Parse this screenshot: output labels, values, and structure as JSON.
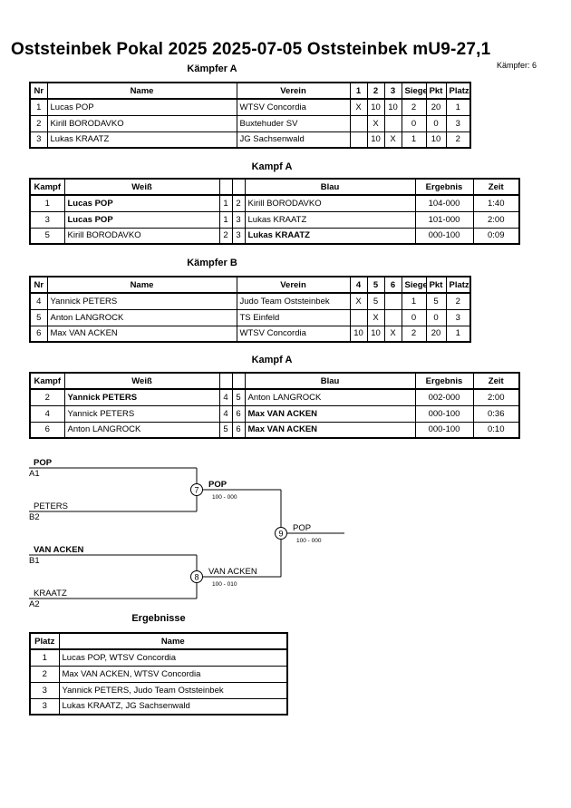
{
  "header": {
    "title": "Oststeinbek Pokal 2025  2025-07-05  Oststeinbek   mU9-27,1",
    "fighter_count": "Kämpfer: 6"
  },
  "pool_a": {
    "title": "Kämpfer A",
    "headers": [
      "Nr",
      "Name",
      "Verein",
      "1",
      "2",
      "3",
      "Siege",
      "Pkt",
      "Platz"
    ],
    "rows": [
      [
        "1",
        "Lucas POP",
        "WTSV Concordia",
        "X",
        "10",
        "10",
        "2",
        "20",
        "1"
      ],
      [
        "2",
        "Kirill BORODAVKO",
        "Buxtehuder SV",
        "",
        "X",
        "",
        "0",
        "0",
        "3"
      ],
      [
        "3",
        "Lukas KRAATZ",
        "JG Sachsenwald",
        "",
        "10",
        "X",
        "1",
        "10",
        "2"
      ]
    ]
  },
  "fights_a": {
    "title": "Kampf A",
    "headers": [
      "Kampf",
      "Weiß",
      "",
      "",
      "Blau",
      "Ergebnis",
      "Zeit"
    ],
    "rows": [
      [
        "1",
        "Lucas POP",
        "1",
        "2",
        "Kirill BORODAVKO",
        "104-000",
        "1:40"
      ],
      [
        "3",
        "Lucas POP",
        "1",
        "3",
        "Lukas KRAATZ",
        "101-000",
        "2:00"
      ],
      [
        "5",
        "Kirill BORODAVKO",
        "2",
        "3",
        "Lukas KRAATZ",
        "000-100",
        "0:09"
      ]
    ]
  },
  "pool_b": {
    "title": "Kämpfer B",
    "headers": [
      "Nr",
      "Name",
      "Verein",
      "4",
      "5",
      "6",
      "Siege",
      "Pkt",
      "Platz"
    ],
    "rows": [
      [
        "4",
        "Yannick PETERS",
        "Judo Team Oststeinbek",
        "X",
        "5",
        "",
        "1",
        "5",
        "2"
      ],
      [
        "5",
        "Anton LANGROCK",
        "TS Einfeld",
        "",
        "X",
        "",
        "0",
        "0",
        "3"
      ],
      [
        "6",
        "Max VAN ACKEN",
        "WTSV Concordia",
        "10",
        "10",
        "X",
        "2",
        "20",
        "1"
      ]
    ]
  },
  "fights_b": {
    "title": "Kampf A",
    "headers": [
      "Kampf",
      "Weiß",
      "",
      "",
      "Blau",
      "Ergebnis",
      "Zeit"
    ],
    "rows": [
      [
        "2",
        "Yannick PETERS",
        "4",
        "5",
        "Anton LANGROCK",
        "002-000",
        "2:00"
      ],
      [
        "4",
        "Yannick PETERS",
        "4",
        "6",
        "Max VAN ACKEN",
        "000-100",
        "0:36"
      ],
      [
        "6",
        "Anton LANGROCK",
        "5",
        "6",
        "Max VAN ACKEN",
        "000-100",
        "0:10"
      ]
    ]
  },
  "bracket": {
    "entrants": [
      {
        "name": "POP",
        "seed": "A1"
      },
      {
        "name": "PETERS",
        "seed": "B2"
      },
      {
        "name": "VAN ACKEN",
        "seed": "B1"
      },
      {
        "name": "KRAATZ",
        "seed": "A2"
      }
    ],
    "semis": [
      {
        "fight": "7",
        "winner": "POP",
        "score": "100 - 000"
      },
      {
        "fight": "8",
        "winner": "VAN ACKEN",
        "score": "100 - 010"
      }
    ],
    "final": {
      "fight": "9",
      "winner": "POP",
      "score": "100 - 000"
    }
  },
  "results": {
    "title": "Ergebnisse",
    "headers": [
      "Platz",
      "Name"
    ],
    "rows": [
      [
        "1",
        "Lucas POP, WTSV Concordia"
      ],
      [
        "2",
        "Max VAN ACKEN, WTSV Concordia"
      ],
      [
        "3",
        "Yannick PETERS, Judo Team Oststeinbek"
      ],
      [
        "3",
        "Lukas KRAATZ, JG Sachsenwald"
      ]
    ]
  }
}
